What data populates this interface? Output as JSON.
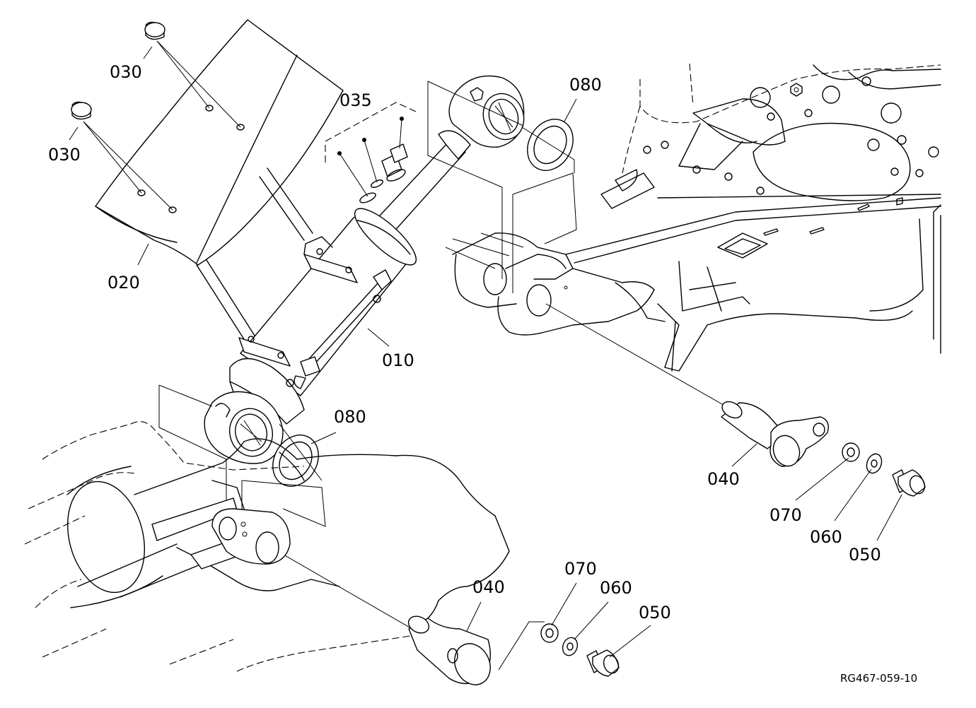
{
  "part_labels": {
    "p010": "010",
    "p020": "020",
    "p030_top": "030",
    "p030_bottom": "030",
    "p035": "035",
    "p040_right": "040",
    "p040_bottom": "040",
    "p050_right": "050",
    "p050_bottom": "050",
    "p060_right": "060",
    "p060_bottom": "060",
    "p070_right": "070",
    "p070_bottom": "070",
    "p080_top": "080",
    "p080_bottom": "080"
  },
  "drawing_ref": "RG467-059-10"
}
